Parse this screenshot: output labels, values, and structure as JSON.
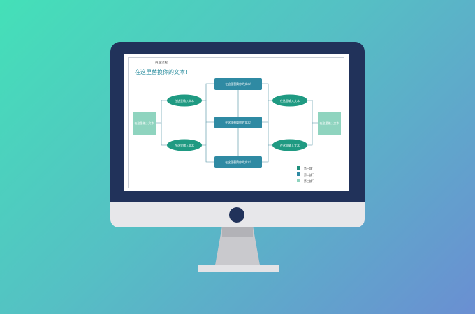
{
  "document": {
    "top_label": "商业流程",
    "heading": "在这里替换你的文本!"
  },
  "nodes": {
    "left_box": "在这里输入文本",
    "right_box": "在这里输入文本",
    "left_ellipse_top": "在这里输入文本",
    "left_ellipse_bottom": "在这里输入文本",
    "right_ellipse_top": "在这里输入文本",
    "right_ellipse_bottom": "在这里输入文本",
    "center_top": "在这里替换你的文本!",
    "center_middle": "在这里替换你的文本!",
    "center_bottom": "在这里替换你的文本!"
  },
  "legend": [
    {
      "label": "第一部门",
      "color": "#1f8f7b"
    },
    {
      "label": "第二部门",
      "color": "#2f8aa3"
    },
    {
      "label": "第三部门",
      "color": "#8fd4bf"
    }
  ],
  "colors": {
    "background_start": "#44e0b8",
    "background_end": "#6a8fd2",
    "monitor_bezel": "#21325a",
    "monitor_chin": "#e7e7ea",
    "ellipse": "#1f9a82",
    "center_box": "#2f8aa3",
    "side_box": "#8fd4bf",
    "connector": "#4a8ea0"
  }
}
